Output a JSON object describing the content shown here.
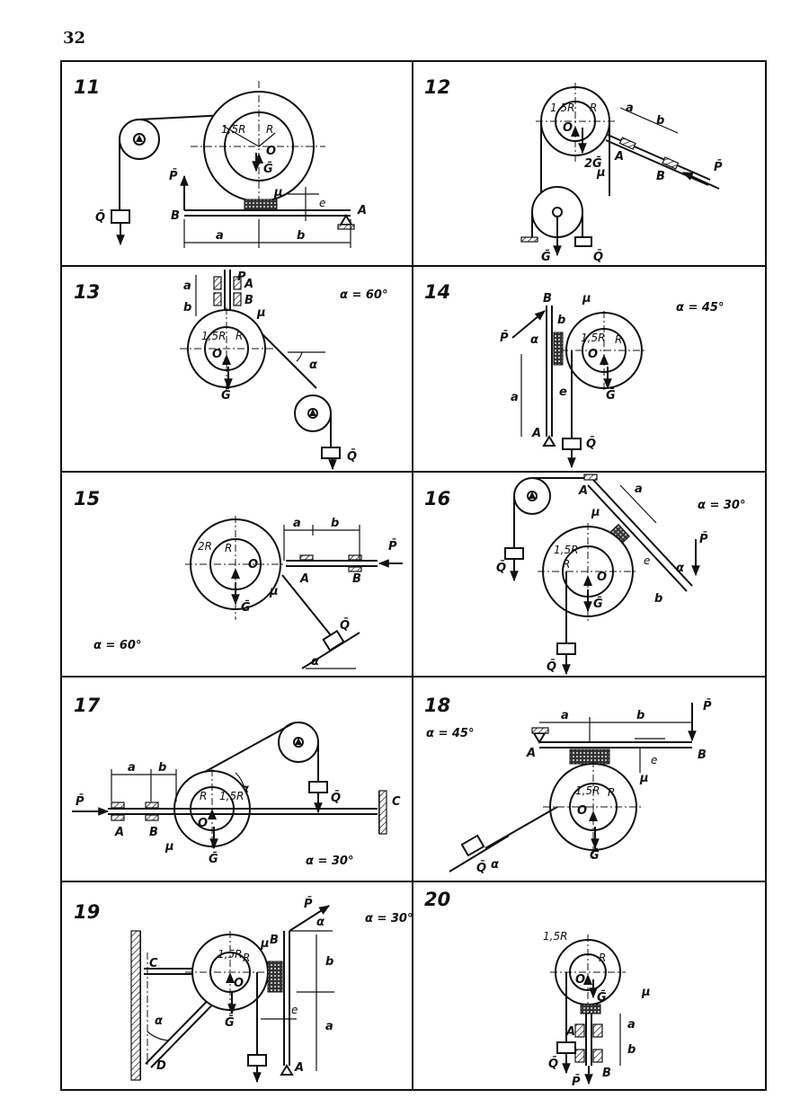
{
  "page_number": "32",
  "panels": [
    {
      "number": "11",
      "alpha": "",
      "labels": {
        "ratio": "1,5R",
        "R": "R",
        "O": "O",
        "G": "Ḡ",
        "P": "P̄",
        "Q": "Q̄",
        "mu": "μ",
        "e": "e",
        "A": "A",
        "B": "B",
        "a": "a",
        "b": "b"
      }
    },
    {
      "number": "12",
      "alpha": "",
      "labels": {
        "ratio": "1,5R",
        "R": "R",
        "O": "O",
        "G1": "2Ḡ",
        "G2": "Ḡ",
        "Q": "Q̄",
        "mu": "μ",
        "A": "A",
        "B": "B",
        "a": "a",
        "b": "b",
        "P": "P̄"
      }
    },
    {
      "number": "13",
      "alpha": "α = 60°",
      "labels": {
        "a": "a",
        "b": "b",
        "A": "A",
        "B": "B",
        "P": "P",
        "mu": "μ",
        "ratio": "1,5R",
        "R": "R",
        "O": "O",
        "G": "Ḡ",
        "al": "α",
        "Q": "Q̄"
      }
    },
    {
      "number": "14",
      "alpha": "α = 45°",
      "labels": {
        "B": "B",
        "mu": "μ",
        "P": "P̄",
        "al": "α",
        "b": "b",
        "ratio": "1,5R",
        "R": "R",
        "O": "O",
        "a": "a",
        "e": "e",
        "G": "Ḡ",
        "A": "A",
        "Q": "Q̄"
      }
    },
    {
      "number": "15",
      "alpha": "α = 60°",
      "labels": {
        "ratio": "2R",
        "R": "R",
        "O": "O",
        "a": "a",
        "b": "b",
        "P": "P̄",
        "G": "Ḡ",
        "A": "A",
        "B": "B",
        "mu": "μ",
        "Q": "Q̄",
        "al": "α"
      }
    },
    {
      "number": "16",
      "alpha": "α = 30°",
      "labels": {
        "A": "A",
        "a": "a",
        "Q1": "Q̄",
        "mu": "μ",
        "P": "P̄",
        "al": "α",
        "ratio": "1,5R",
        "R": "R",
        "O": "O",
        "e": "e",
        "b": "b",
        "G": "Ḡ",
        "Q2": "Q̄"
      }
    },
    {
      "number": "17",
      "alpha": "α = 30°",
      "labels": {
        "a": "a",
        "b": "b",
        "al": "α",
        "Q": "Q̄",
        "P": "P̄",
        "R": "R",
        "ratio": "1,5R",
        "O": "O",
        "C": "C",
        "A": "A",
        "B": "B",
        "mu": "μ",
        "G": "Ḡ"
      }
    },
    {
      "number": "18",
      "alpha": "α = 45°",
      "labels": {
        "a": "a",
        "b": "b",
        "P": "P̄",
        "A": "A",
        "B": "B",
        "e": "e",
        "ratio": "1,5R",
        "R": "R",
        "O": "O",
        "mu": "μ",
        "G": "Ḡ",
        "Q": "Q̄",
        "al": "α"
      }
    },
    {
      "number": "19",
      "alpha": "α = 30°",
      "labels": {
        "P": "P̄",
        "al": "α",
        "B": "B",
        "mu": "μ",
        "C": "C",
        "ratio": "1,5R",
        "R": "R",
        "O": "O",
        "b": "b",
        "G": "Ḡ",
        "e": "e",
        "a": "a",
        "al2": "α",
        "D": "D",
        "A": "A"
      }
    },
    {
      "number": "20",
      "alpha": "",
      "labels": {
        "ratio": "1,5R",
        "R": "R",
        "O": "O",
        "G": "Ḡ",
        "mu": "μ",
        "A": "A",
        "a": "a",
        "b": "b",
        "Q": "Q̄",
        "P": "P̄",
        "B": "B"
      }
    }
  ]
}
